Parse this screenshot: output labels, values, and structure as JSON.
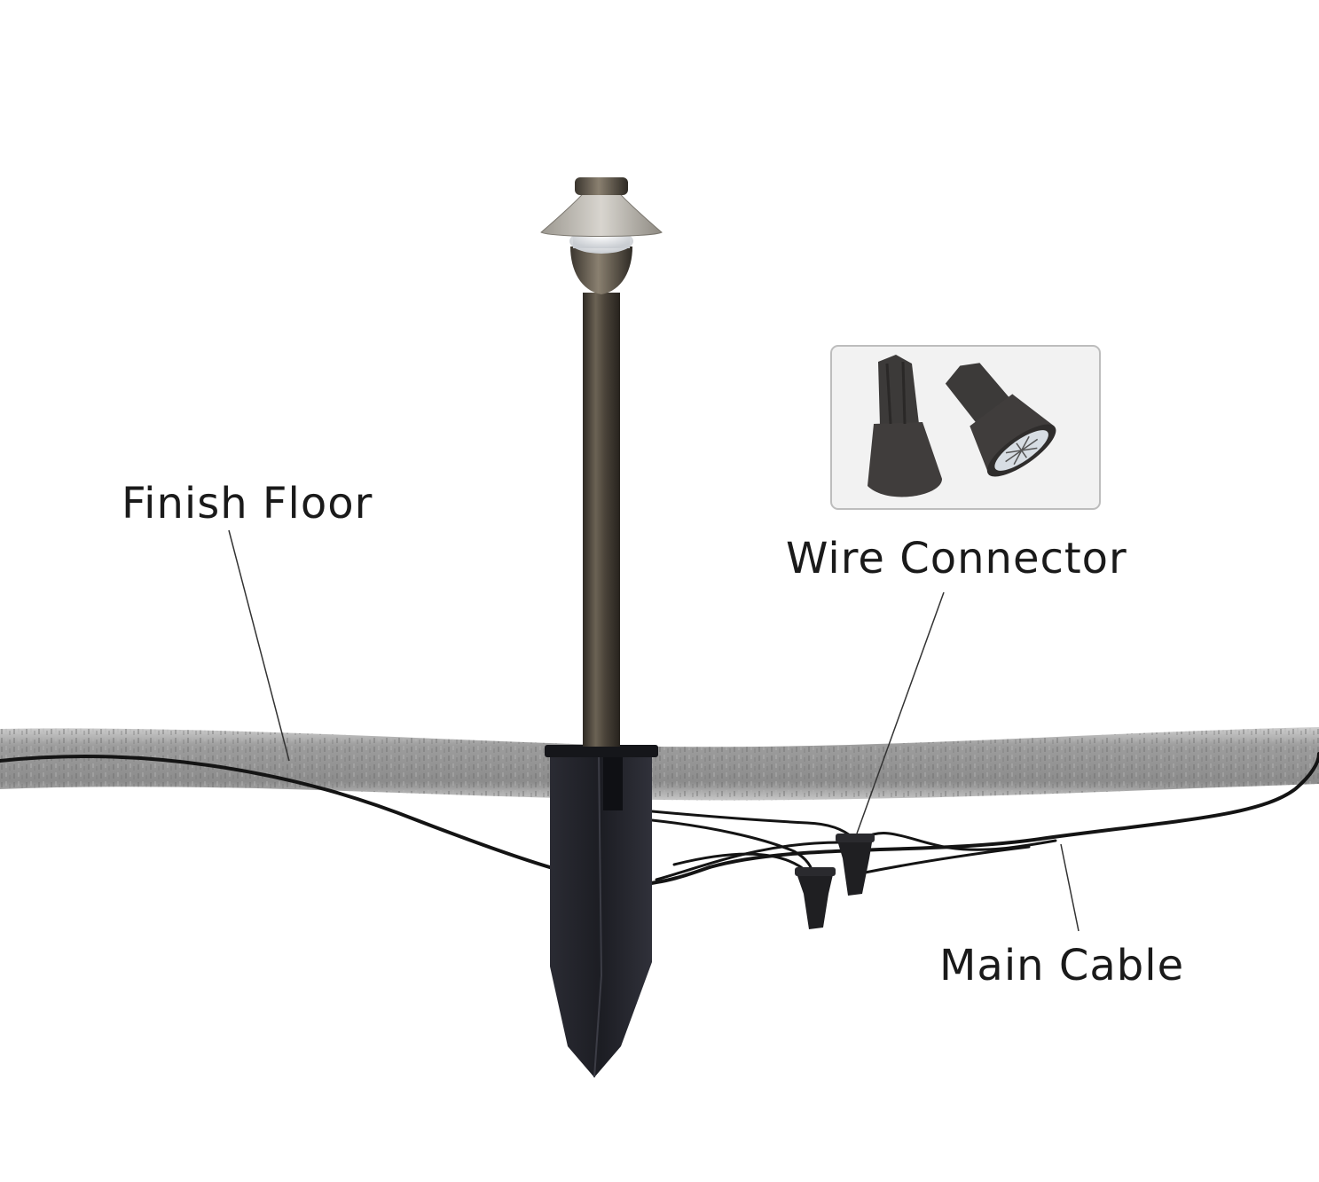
{
  "labels": {
    "finish_floor": "Finish Floor",
    "wire_connector": "Wire Connector",
    "main_cable": "Main Cable"
  },
  "colors": {
    "background": "#ffffff",
    "floor_band": "#9a9a9a",
    "cable": "#141414",
    "stake": "#1f2026",
    "pole_bronze": "#4a4339",
    "leader_line": "#333333",
    "label_text": "#1a1a1a"
  },
  "icons": {
    "light_fixture": "path-light-icon",
    "connector_inset": "wire-nut-icon"
  }
}
